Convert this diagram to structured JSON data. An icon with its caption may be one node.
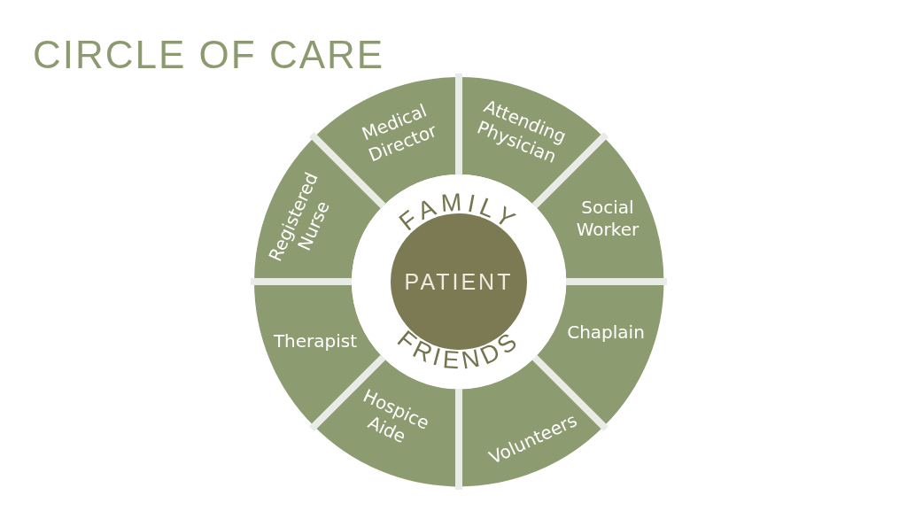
{
  "diagram": {
    "title": "CIRCLE OF CARE",
    "nodes": [
      {
        "text": [
          "Medical Director"
        ]
      },
      {
        "text": [
          "Attending Physician"
        ]
      },
      {
        "text": [
          "Registered Nurse"
        ]
      },
      {
        "text": [
          "Social Worker"
        ]
      },
      {
        "text": [
          "Therapist"
        ]
      },
      {
        "text": [
          "Chaplain"
        ]
      },
      {
        "text": [
          "Hospice Aide"
        ]
      },
      {
        "text": [
          "Volunteers"
        ]
      },
      {
        "text": [
          "FAMILY",
          "FRIENDS"
        ]
      },
      {
        "text": [
          "PATIENT"
        ],
        "in": 8
      }
    ]
  }
}
